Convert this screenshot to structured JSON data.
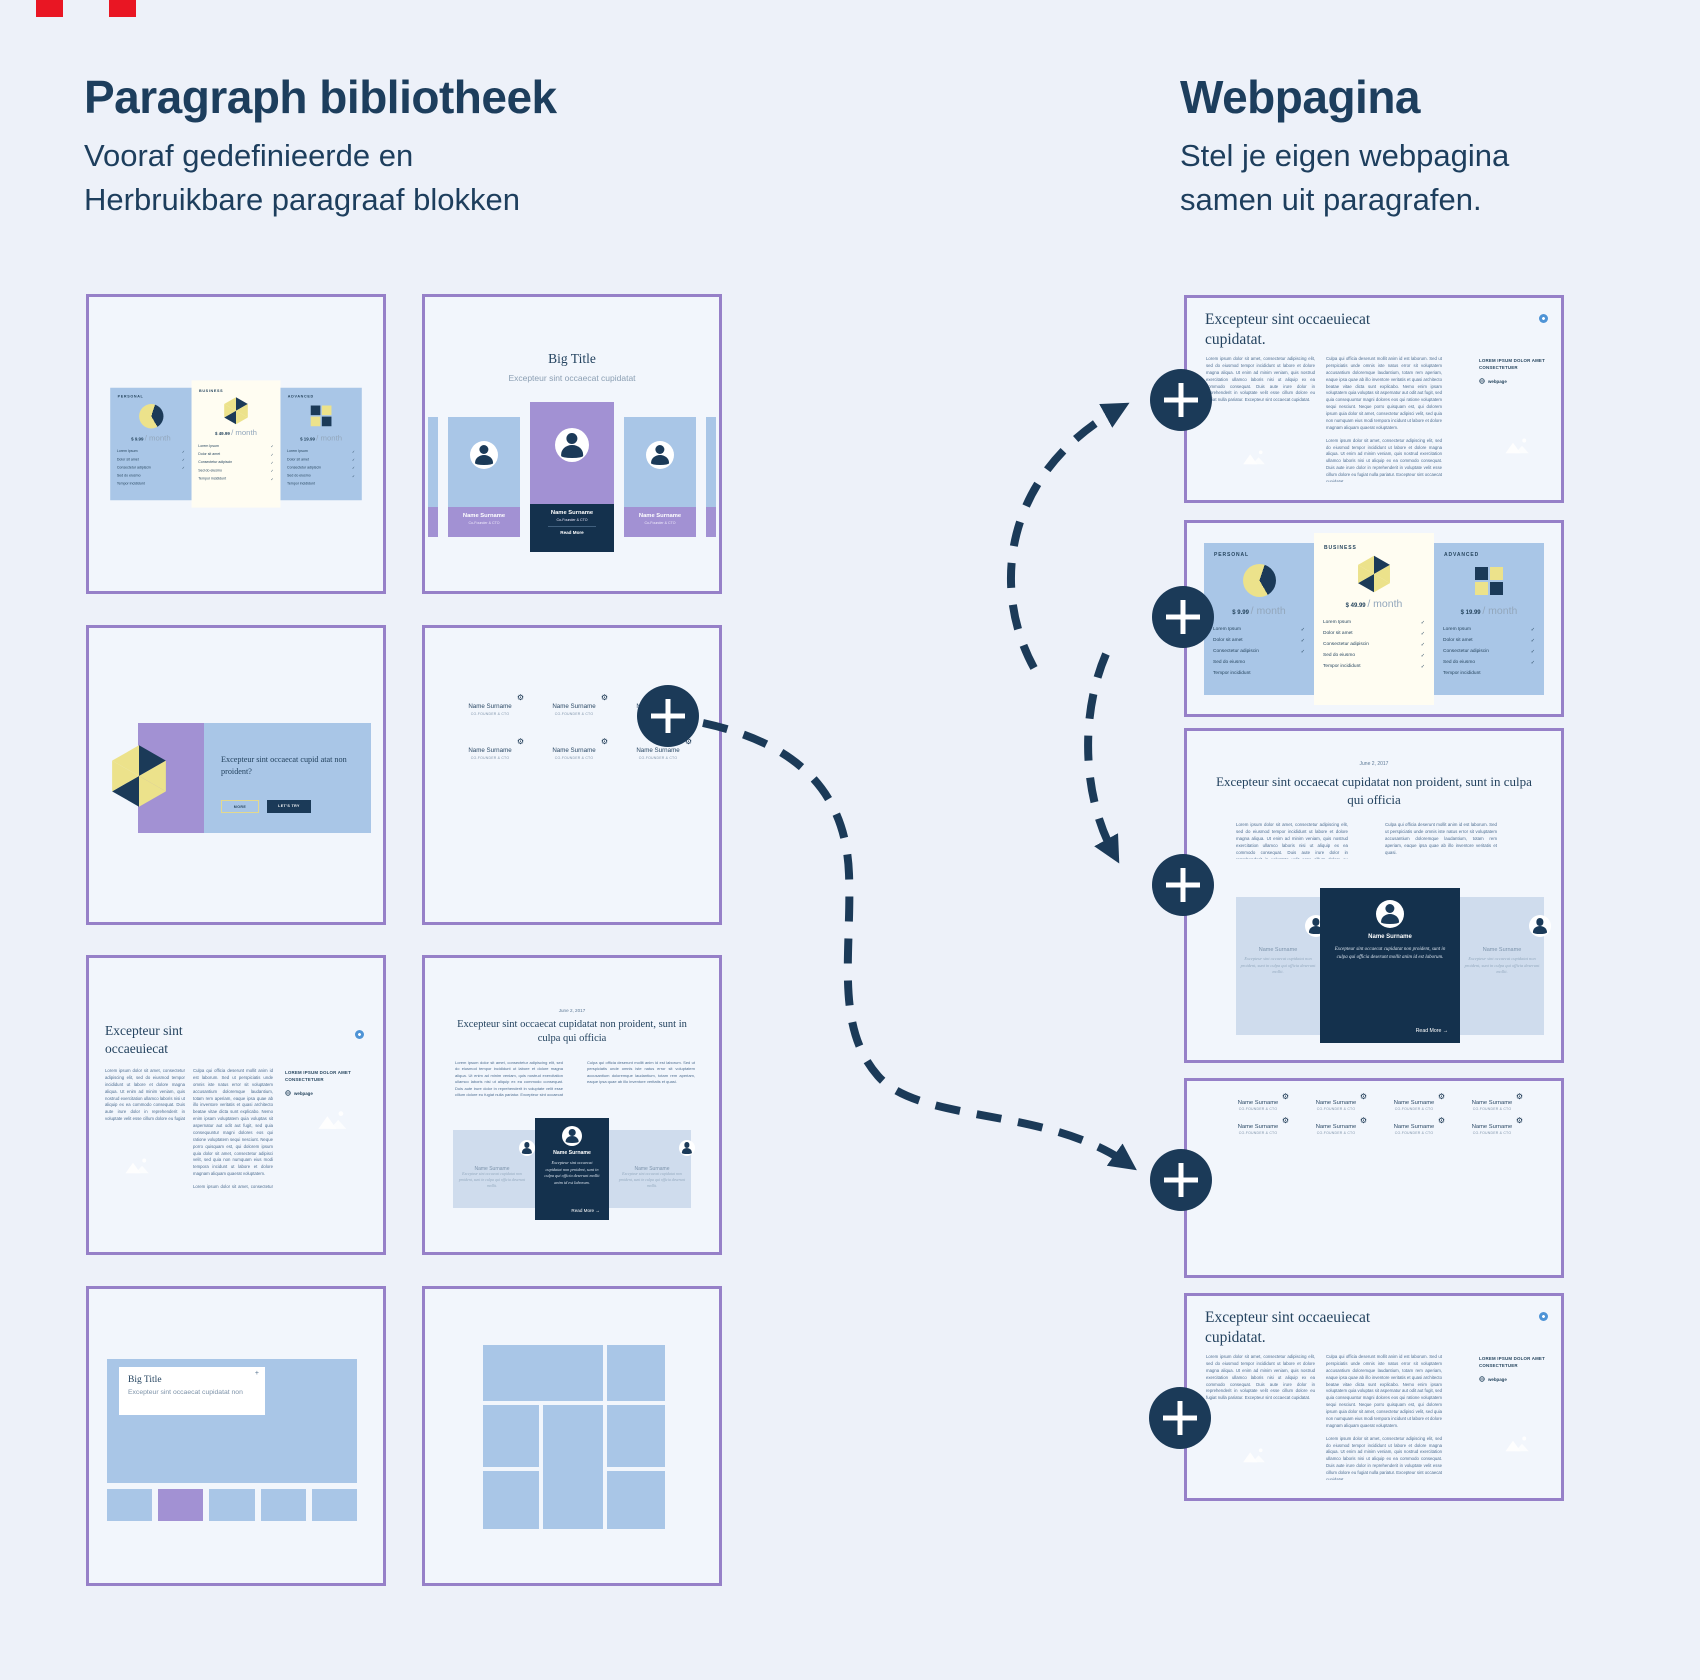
{
  "page": {
    "background": "#edf1f9",
    "navy": "#1b3a58",
    "purple_border": "#9680c8",
    "lavender": "#a291d3",
    "light_blue": "#a9c6e7",
    "yellow": "#ece28b",
    "red_mark": "#e91623"
  },
  "headers": {
    "left_title": "Paragraph bibliotheek",
    "left_sub1": "Vooraf gedefinieerde en",
    "left_sub2": "Herbruikbare paragraaf blokken",
    "right_title": "Webpagina",
    "right_sub1": "Stel je eigen webpagina",
    "right_sub2": "samen uit paragrafen."
  },
  "icons": {
    "check": "✓",
    "gear": "⚙",
    "close": "+",
    "arrow_right": "→",
    "plus": "+"
  },
  "pricing": {
    "plans": [
      {
        "label": "PERSONAL",
        "price": "$ 9.99",
        "per": "/ month",
        "icon": "pie-chart"
      },
      {
        "label": "BUSINESS",
        "price": "$ 49.99",
        "per": "/ month",
        "icon": "cube"
      },
      {
        "label": "ADVANCED",
        "price": "$ 19.99",
        "per": "/ month",
        "icon": "checkers"
      }
    ],
    "features": [
      "Lorem Ipsum",
      "Dolor sit amet",
      "Consectetur adipiscin",
      "Sed do eiusmo",
      "Tempor incididunt"
    ]
  },
  "team": {
    "title": "Big Title",
    "subtitle": "Excepteur sint occaecat cupidatat",
    "name": "Name Surname",
    "role": "Co-Founder & CTO",
    "read_more": "Read More"
  },
  "hero": {
    "question": "Excepteur sint occaecat cupid atat non proident?",
    "more": "MORE",
    "lets_try": "LET'S TRY"
  },
  "people": {
    "name": "Name Surname",
    "role": "CO-FOUNDER & CTO"
  },
  "article": {
    "mini_title_1": "Excepteur sint",
    "mini_title_2": "occaeuiecat",
    "web_title_1": "Excepteur sint occaeuiecat",
    "web_title_2": "cupidatat.",
    "sidebar_heading": "LOREM IPSUM DOLOR AMET CONSECTETUER",
    "sidebar_link": "webpage"
  },
  "news": {
    "date": "June 2, 2017",
    "title": "Excepteur sint occaecat cupidatat non proident, sunt in culpa qui officia",
    "name": "Name Surname",
    "quote": "Excepteur sint occaecat cupidatat non proident, sunt in culpa qui officia deserunt mollit anim id est laborum.",
    "side_quote": "Excepteur sint occaecat cupidatat non proident, sunt in culpa qui officia deserunt mollit.",
    "read_more": "Read More"
  },
  "gallery": {
    "title": "Big Title",
    "subtitle": "Excepteur sint occaecat cupidatat non"
  },
  "lorem": {
    "a": "Lorem ipsum dolor sit amet, consectetur adipiscing elit, sed do eiusmod tempor incididunt ut labore et dolore magna aliqua. Ut enim ad minim veniam, quis nostrud exercitation ullamco laboris nisi ut aliquip ex ea commodo consequat. Duis aute irure dolor in reprehenderit in voluptate velit esse cillum dolore eu fugiat nulla pariatur. Excepteur sint occaecat cupidatat.",
    "b": "Culpa qui officia deserunt mollit anim id est laborum. Sed ut perspiciatis unde omnis iste natus error sit voluptatem accusantium doloremque laudantium, totam rem aperiam, eaque ipsa quae ab illo inventore veritatis et quasi architecto beatae vitae dicta sunt explicabo. Nemo enim ipsam voluptatem quia voluptas sit aspernatur aut odit aut fugit, sed quia consequuntur magni dolores eos qui ratione voluptatem sequi nesciunt. Neque porro quisquam est, qui dolorem ipsum quia dolor sit amet, consectetur adipisci velit, sed quia non numquam eius modi tempora incidunt ut labore et dolore magnam aliquam quaerat voluptatem.",
    "c": "Culpa qui officia deserunt mollit anim id est laborum. Sed ut perspiciatis unde omnis iste natus error sit voluptatem accusantium doloremque laudantium, totam rem aperiam, eaque ipsa quae ab illo inventore veritatis et quasi."
  }
}
